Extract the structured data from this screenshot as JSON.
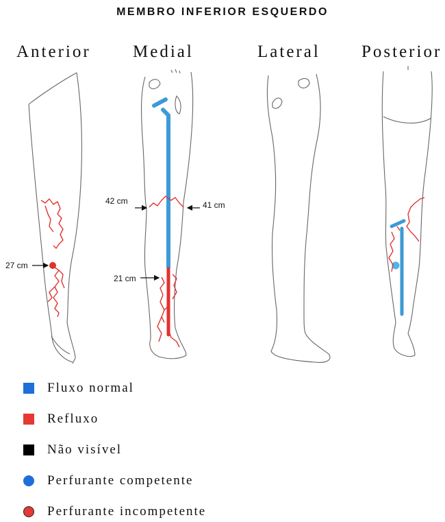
{
  "title": "MEMBRO INFERIOR ESQUERDO",
  "views": {
    "anterior": "Anterior",
    "medial": "Medial",
    "lateral": "Lateral",
    "posterior": "Posterior"
  },
  "measurements": {
    "anterior_27": "27 cm",
    "medial_42": "42 cm",
    "medial_41": "41 cm",
    "medial_21": "21 cm"
  },
  "legend": [
    {
      "label": "Fluxo normal",
      "icon": "square",
      "color": "#1e6fd9"
    },
    {
      "label": "Refluxo",
      "icon": "square",
      "color": "#e53935"
    },
    {
      "label": "Não visível",
      "icon": "square",
      "color": "#000000"
    },
    {
      "label": "Perfurante competente",
      "icon": "circle",
      "color": "#1e6fd9"
    },
    {
      "label": "Perfurante incompetente",
      "icon": "circle",
      "color": "#e53935"
    }
  ],
  "colors": {
    "normal_flow": "#3d9ad6",
    "reflux": "#e0322f",
    "competent_perforator": "#4ab6ea",
    "outline": "#555555"
  }
}
